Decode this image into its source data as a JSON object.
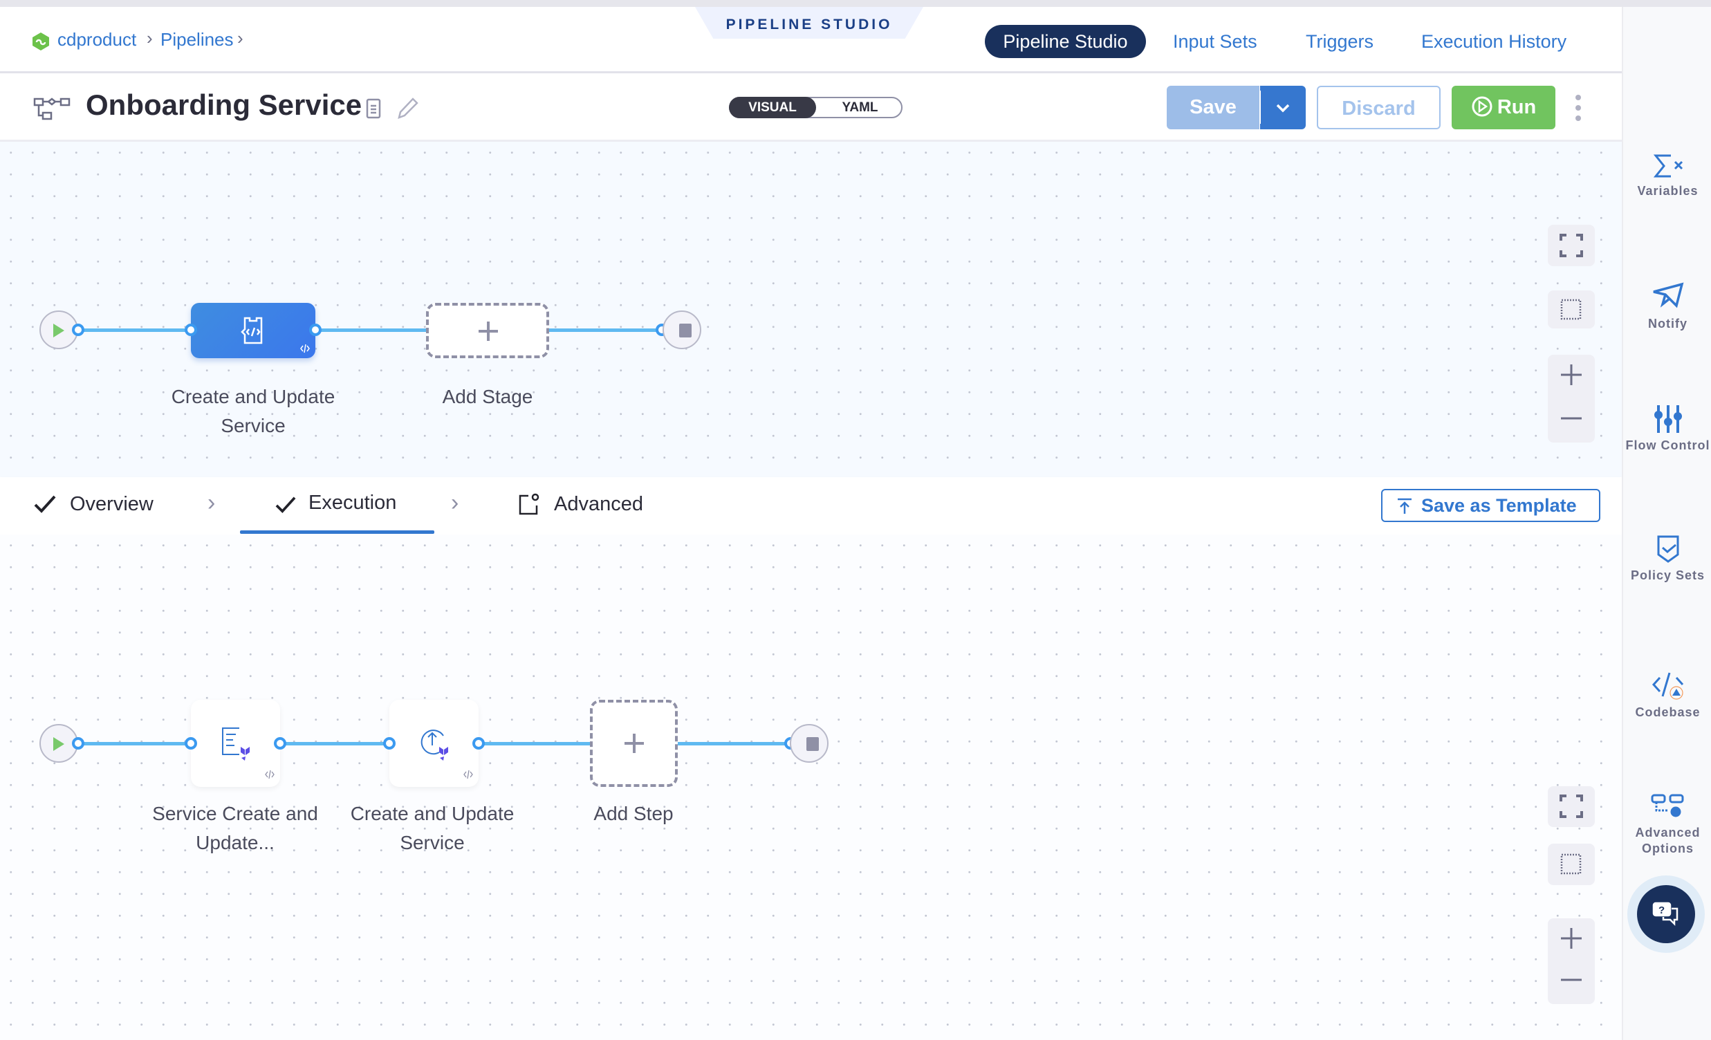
{
  "header": {
    "breadcrumb": [
      "cdproduct",
      "Pipelines"
    ],
    "section_tab": "PIPELINE STUDIO",
    "nav": [
      {
        "label": "Pipeline Studio",
        "active": true
      },
      {
        "label": "Input Sets"
      },
      {
        "label": "Triggers"
      },
      {
        "label": "Execution History"
      }
    ],
    "title": "Onboarding Service",
    "view_toggle": {
      "options": [
        "VISUAL",
        "YAML"
      ],
      "selected": "VISUAL"
    },
    "buttons": {
      "save": "Save",
      "discard": "Discard",
      "run": "Run"
    }
  },
  "stage_graph": {
    "stages": [
      {
        "label": "Create and Update Service",
        "icon": "custom-stage-icon"
      }
    ],
    "add_label": "Add Stage"
  },
  "stage_tabs": {
    "tabs": [
      {
        "label": "Overview",
        "completed": true
      },
      {
        "label": "Execution",
        "completed": true,
        "active": true
      },
      {
        "label": "Advanced"
      }
    ],
    "save_template": "Save as Template"
  },
  "step_graph": {
    "steps": [
      {
        "label": "Service Create and Update...",
        "icon": "terraform-plan-icon"
      },
      {
        "label": "Create and Update Service",
        "icon": "terraform-apply-icon"
      }
    ],
    "add_label": "Add Step"
  },
  "sidebar": {
    "items": [
      {
        "label": "Variables",
        "icon": "sigma-x-icon"
      },
      {
        "label": "Notify",
        "icon": "paper-plane-icon"
      },
      {
        "label": "Flow Control",
        "icon": "sliders-icon"
      },
      {
        "label": "Policy Sets",
        "icon": "shield-check-icon"
      },
      {
        "label": "Codebase",
        "icon": "code-warning-icon"
      },
      {
        "label": "Advanced Options",
        "icon": "flow-gear-icon"
      }
    ]
  },
  "colors": {
    "accent": "#3277cf",
    "nav_active": "#19305c",
    "run": "#71c45f",
    "edge": "#5fb9f1"
  }
}
